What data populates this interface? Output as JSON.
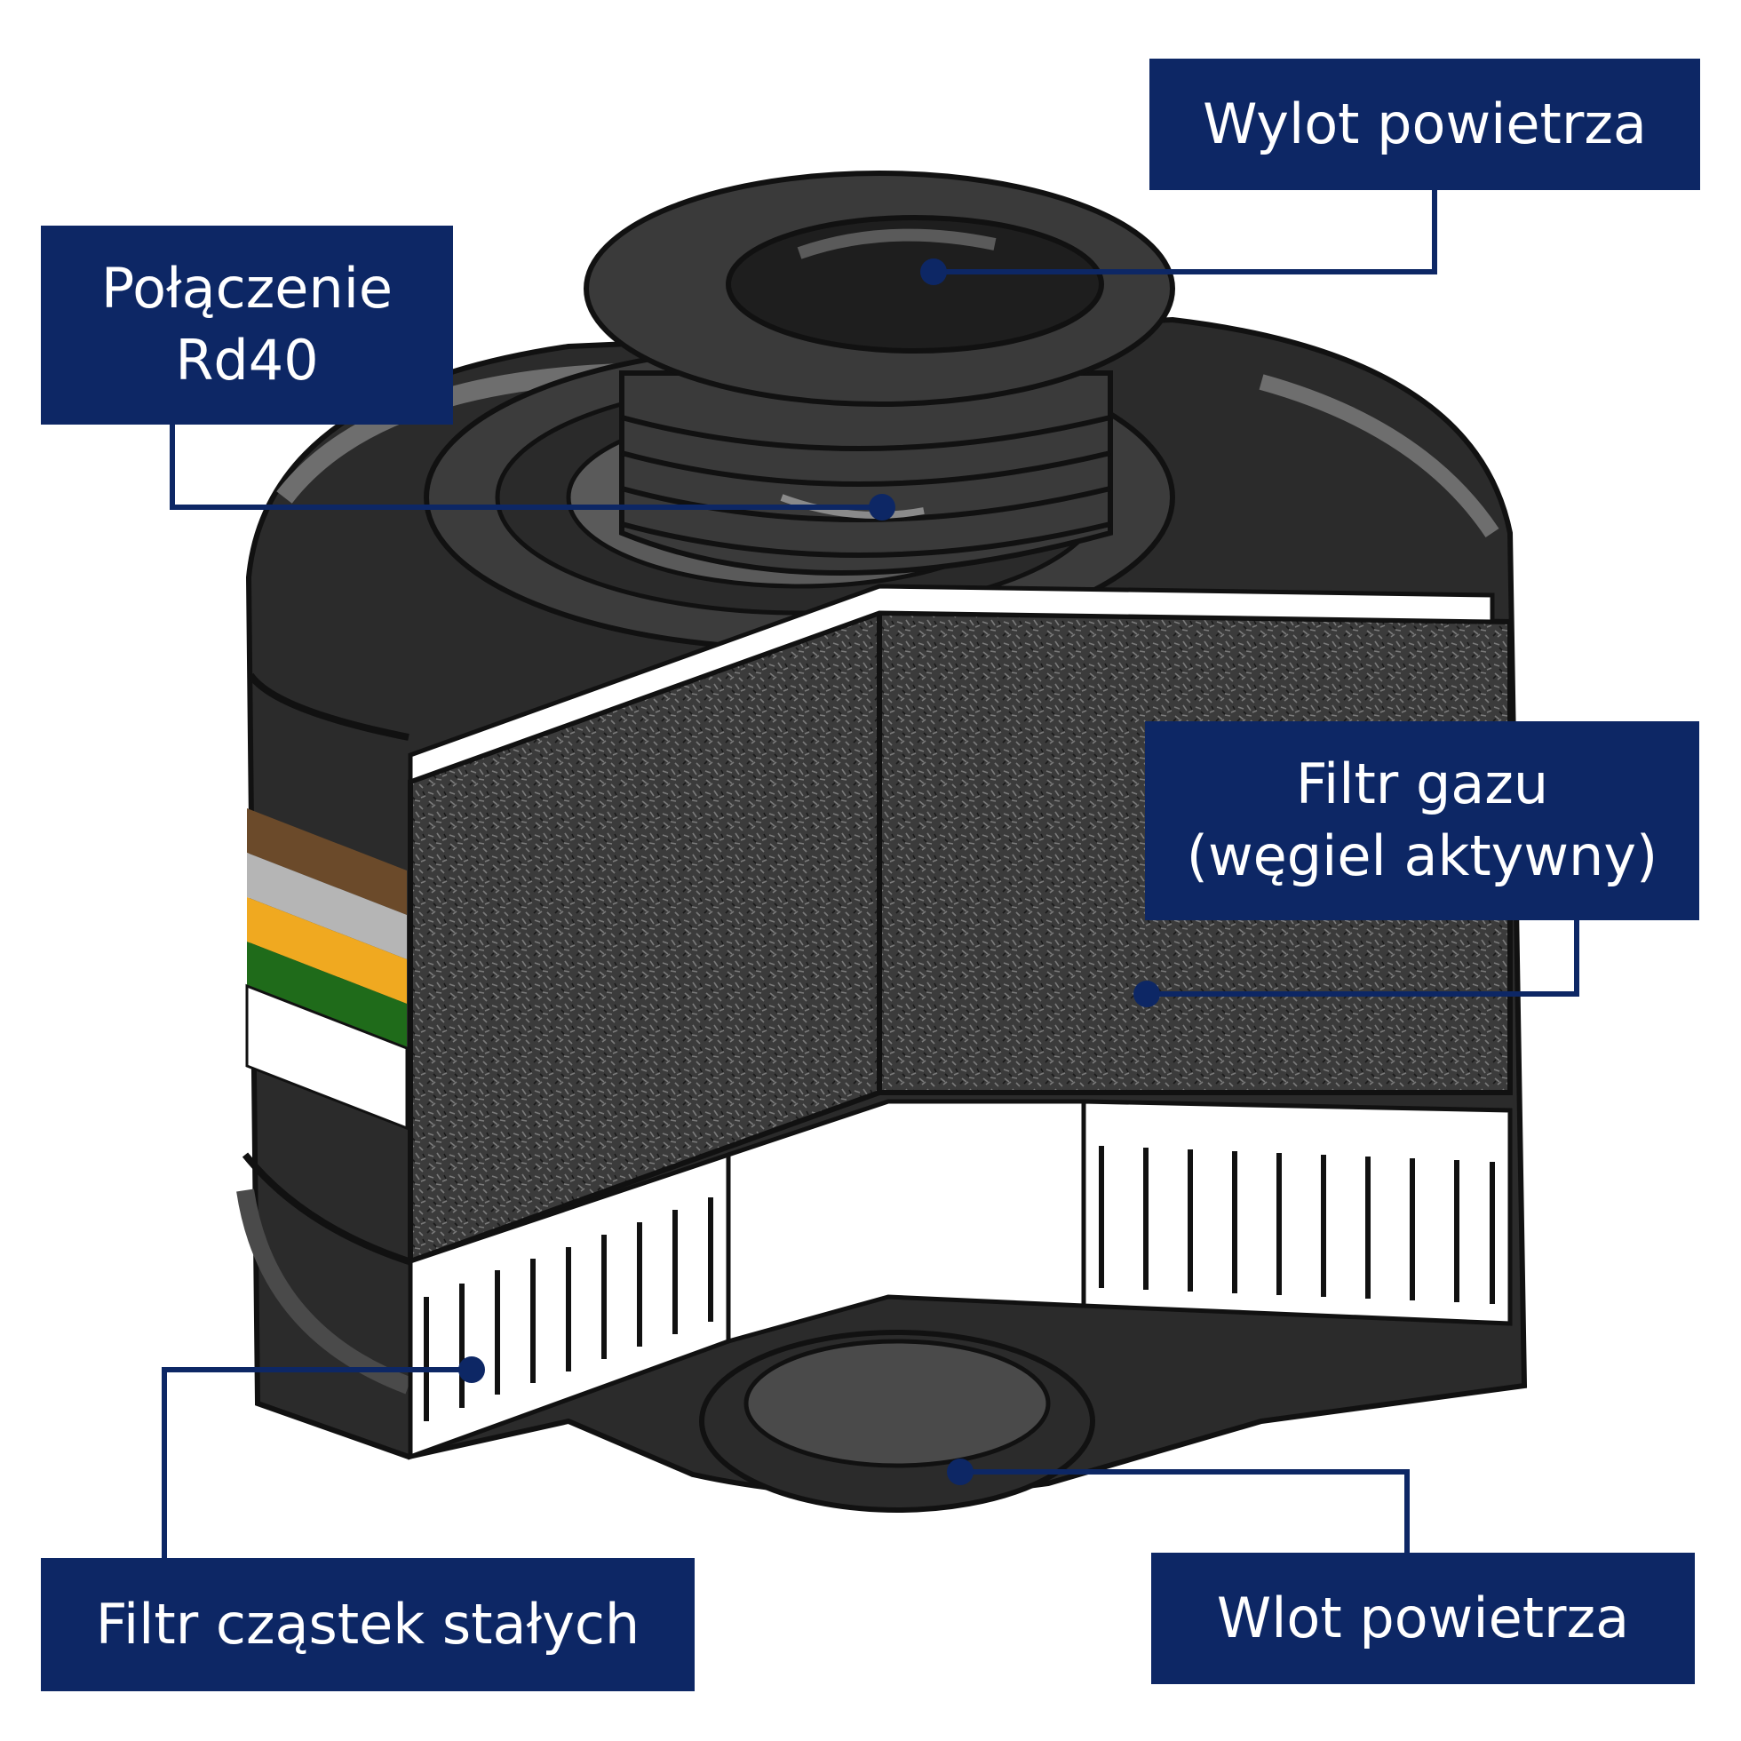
{
  "colors": {
    "label_bg": "#0d2765",
    "label_text": "#ffffff",
    "leader_line": "#0d2765",
    "body_dark": "#2b2b2b",
    "body_mid": "#4a4a4a",
    "body_light": "#6e6e6e",
    "outline": "#111111",
    "carbon": "#3a3a3a",
    "stripe_brown": "#6b4a2a",
    "stripe_grey": "#b5b5b5",
    "stripe_orange": "#f0a920",
    "stripe_green": "#1f6b1a",
    "stripe_white": "#ffffff"
  },
  "labels": {
    "air_outlet": "Wylot powietrza",
    "rd40_line1": "Połączenie",
    "rd40_line2": "Rd40",
    "gas_filter_line1": "Filtr gazu",
    "gas_filter_line2": "(węgiel aktywny)",
    "particle_filter": "Filtr cząstek stałych",
    "air_inlet": "Wlot powietrza"
  }
}
